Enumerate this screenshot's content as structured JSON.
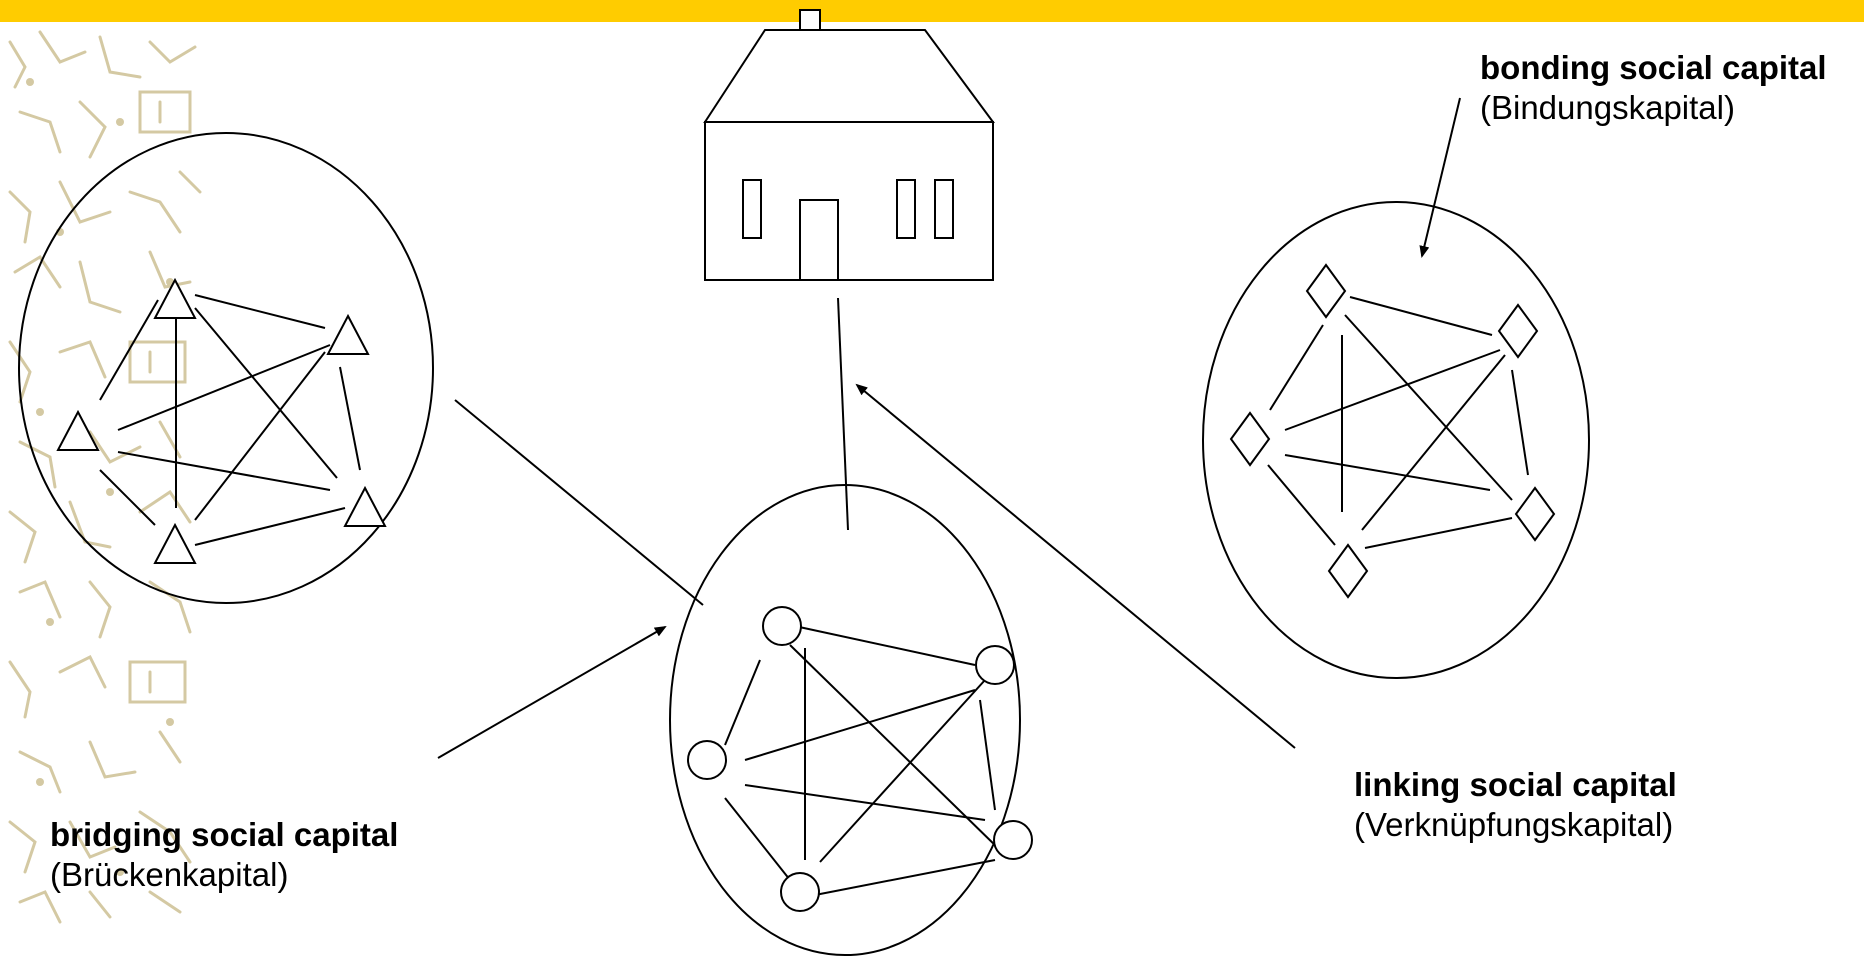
{
  "colors": {
    "top_bar": "#FFCC00",
    "sidebar_pattern": "#cfc39a",
    "line": "#000000",
    "background": "#ffffff"
  },
  "labels": {
    "bonding": {
      "main": "bonding social capital",
      "sub": "(Bindungskapital)"
    },
    "bridging": {
      "main": "bridging social capital",
      "sub": "(Brückenkapital)"
    },
    "linking": {
      "main": "linking social capital",
      "sub": "(Verknüpfungskapital)"
    }
  },
  "groups": [
    {
      "id": "triangle-group",
      "node_shape": "triangle",
      "nodes": 5
    },
    {
      "id": "circle-group",
      "node_shape": "circle",
      "nodes": 5
    },
    {
      "id": "diamond-group",
      "node_shape": "diamond",
      "nodes": 5
    }
  ],
  "icons": [
    "house-icon",
    "chimney-icon",
    "door-icon",
    "window-icon"
  ]
}
